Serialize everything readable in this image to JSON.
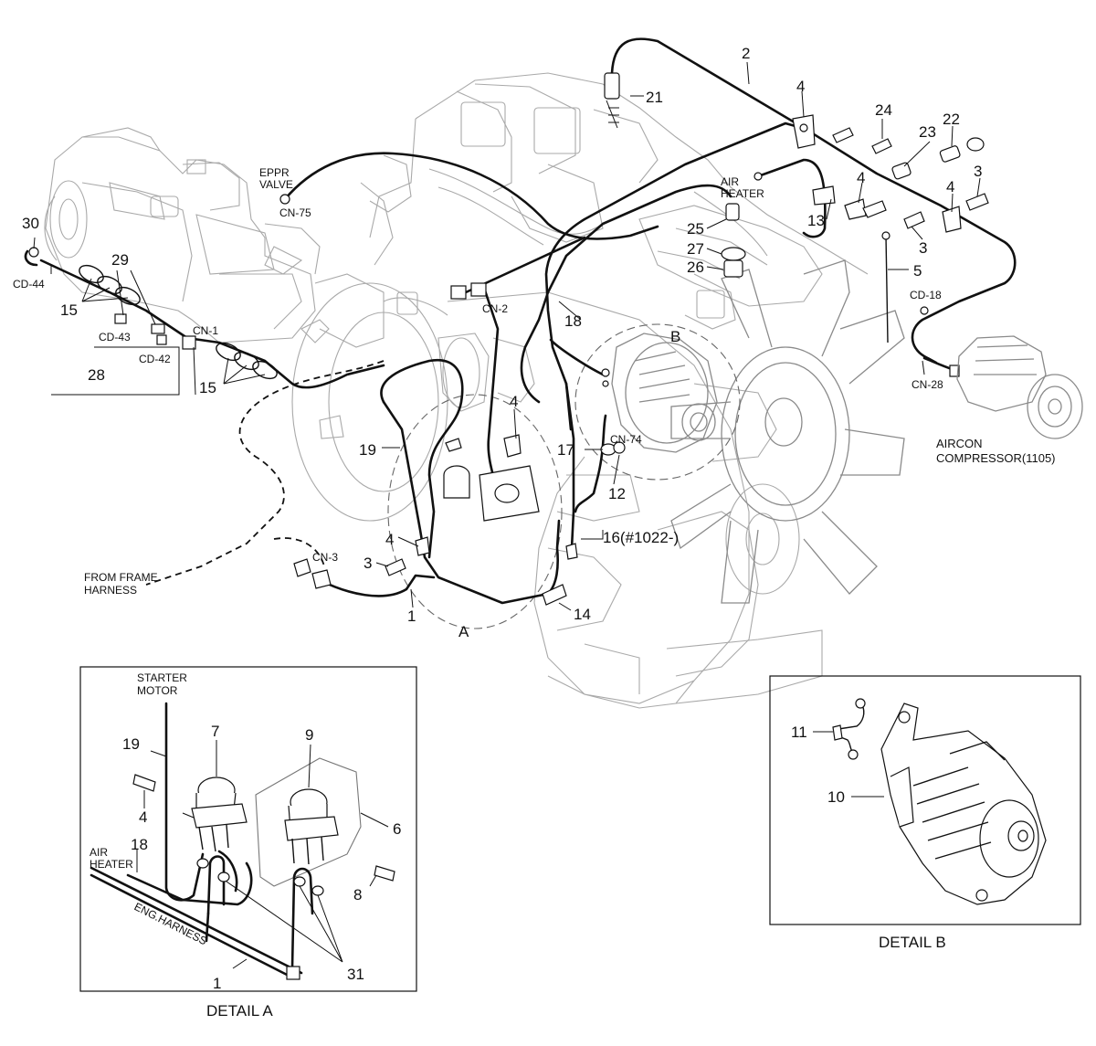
{
  "labels": {
    "n30": "30",
    "n29": "29",
    "n15a": "15",
    "n15b": "15",
    "n28": "28",
    "cd44": "CD-44",
    "cd43": "CD-43",
    "cd42": "CD-42",
    "cn1": "CN-1",
    "eppr1": "EPPR",
    "eppr2": "VALVE",
    "cn75": "CN-75",
    "cn2": "CN-2",
    "n21": "21",
    "n2": "2",
    "n4a": "4",
    "n24": "24",
    "airh1": "AIR",
    "airh2": "HEATER",
    "n23": "23",
    "n22": "22",
    "n3a": "3",
    "n4b": "4",
    "n4c": "4",
    "n13": "13",
    "n25": "25",
    "n27": "27",
    "n26": "26",
    "n3b": "3",
    "n5": "5",
    "cd18": "CD-18",
    "n18": "18",
    "nB": "B",
    "cn28": "CN-28",
    "ac1": "AIRCON",
    "ac2": "COMPRESSOR(1105)",
    "n19": "19",
    "n4d": "4",
    "n17": "17",
    "cn74": "CN-74",
    "n12": "12",
    "n16": "16(#1022-)",
    "n4e": "4",
    "n3c": "3",
    "cn3": "CN-3",
    "ff1": "FROM FRAME",
    "ff2": "HARNESS",
    "n1": "1",
    "nA": "A",
    "n14": "14"
  },
  "detail_a": {
    "title": "DETAIL A",
    "starter1": "STARTER",
    "starter2": "MOTOR",
    "n19": "19",
    "n7": "7",
    "n9": "9",
    "n4": "4",
    "n6": "6",
    "airh1": "AIR",
    "airh2": "HEATER",
    "n18": "18",
    "n8": "8",
    "engh": "ENG.HARNESS",
    "n1": "1",
    "n31": "31"
  },
  "detail_b": {
    "title": "DETAIL  B",
    "n11": "11",
    "n10": "10"
  }
}
